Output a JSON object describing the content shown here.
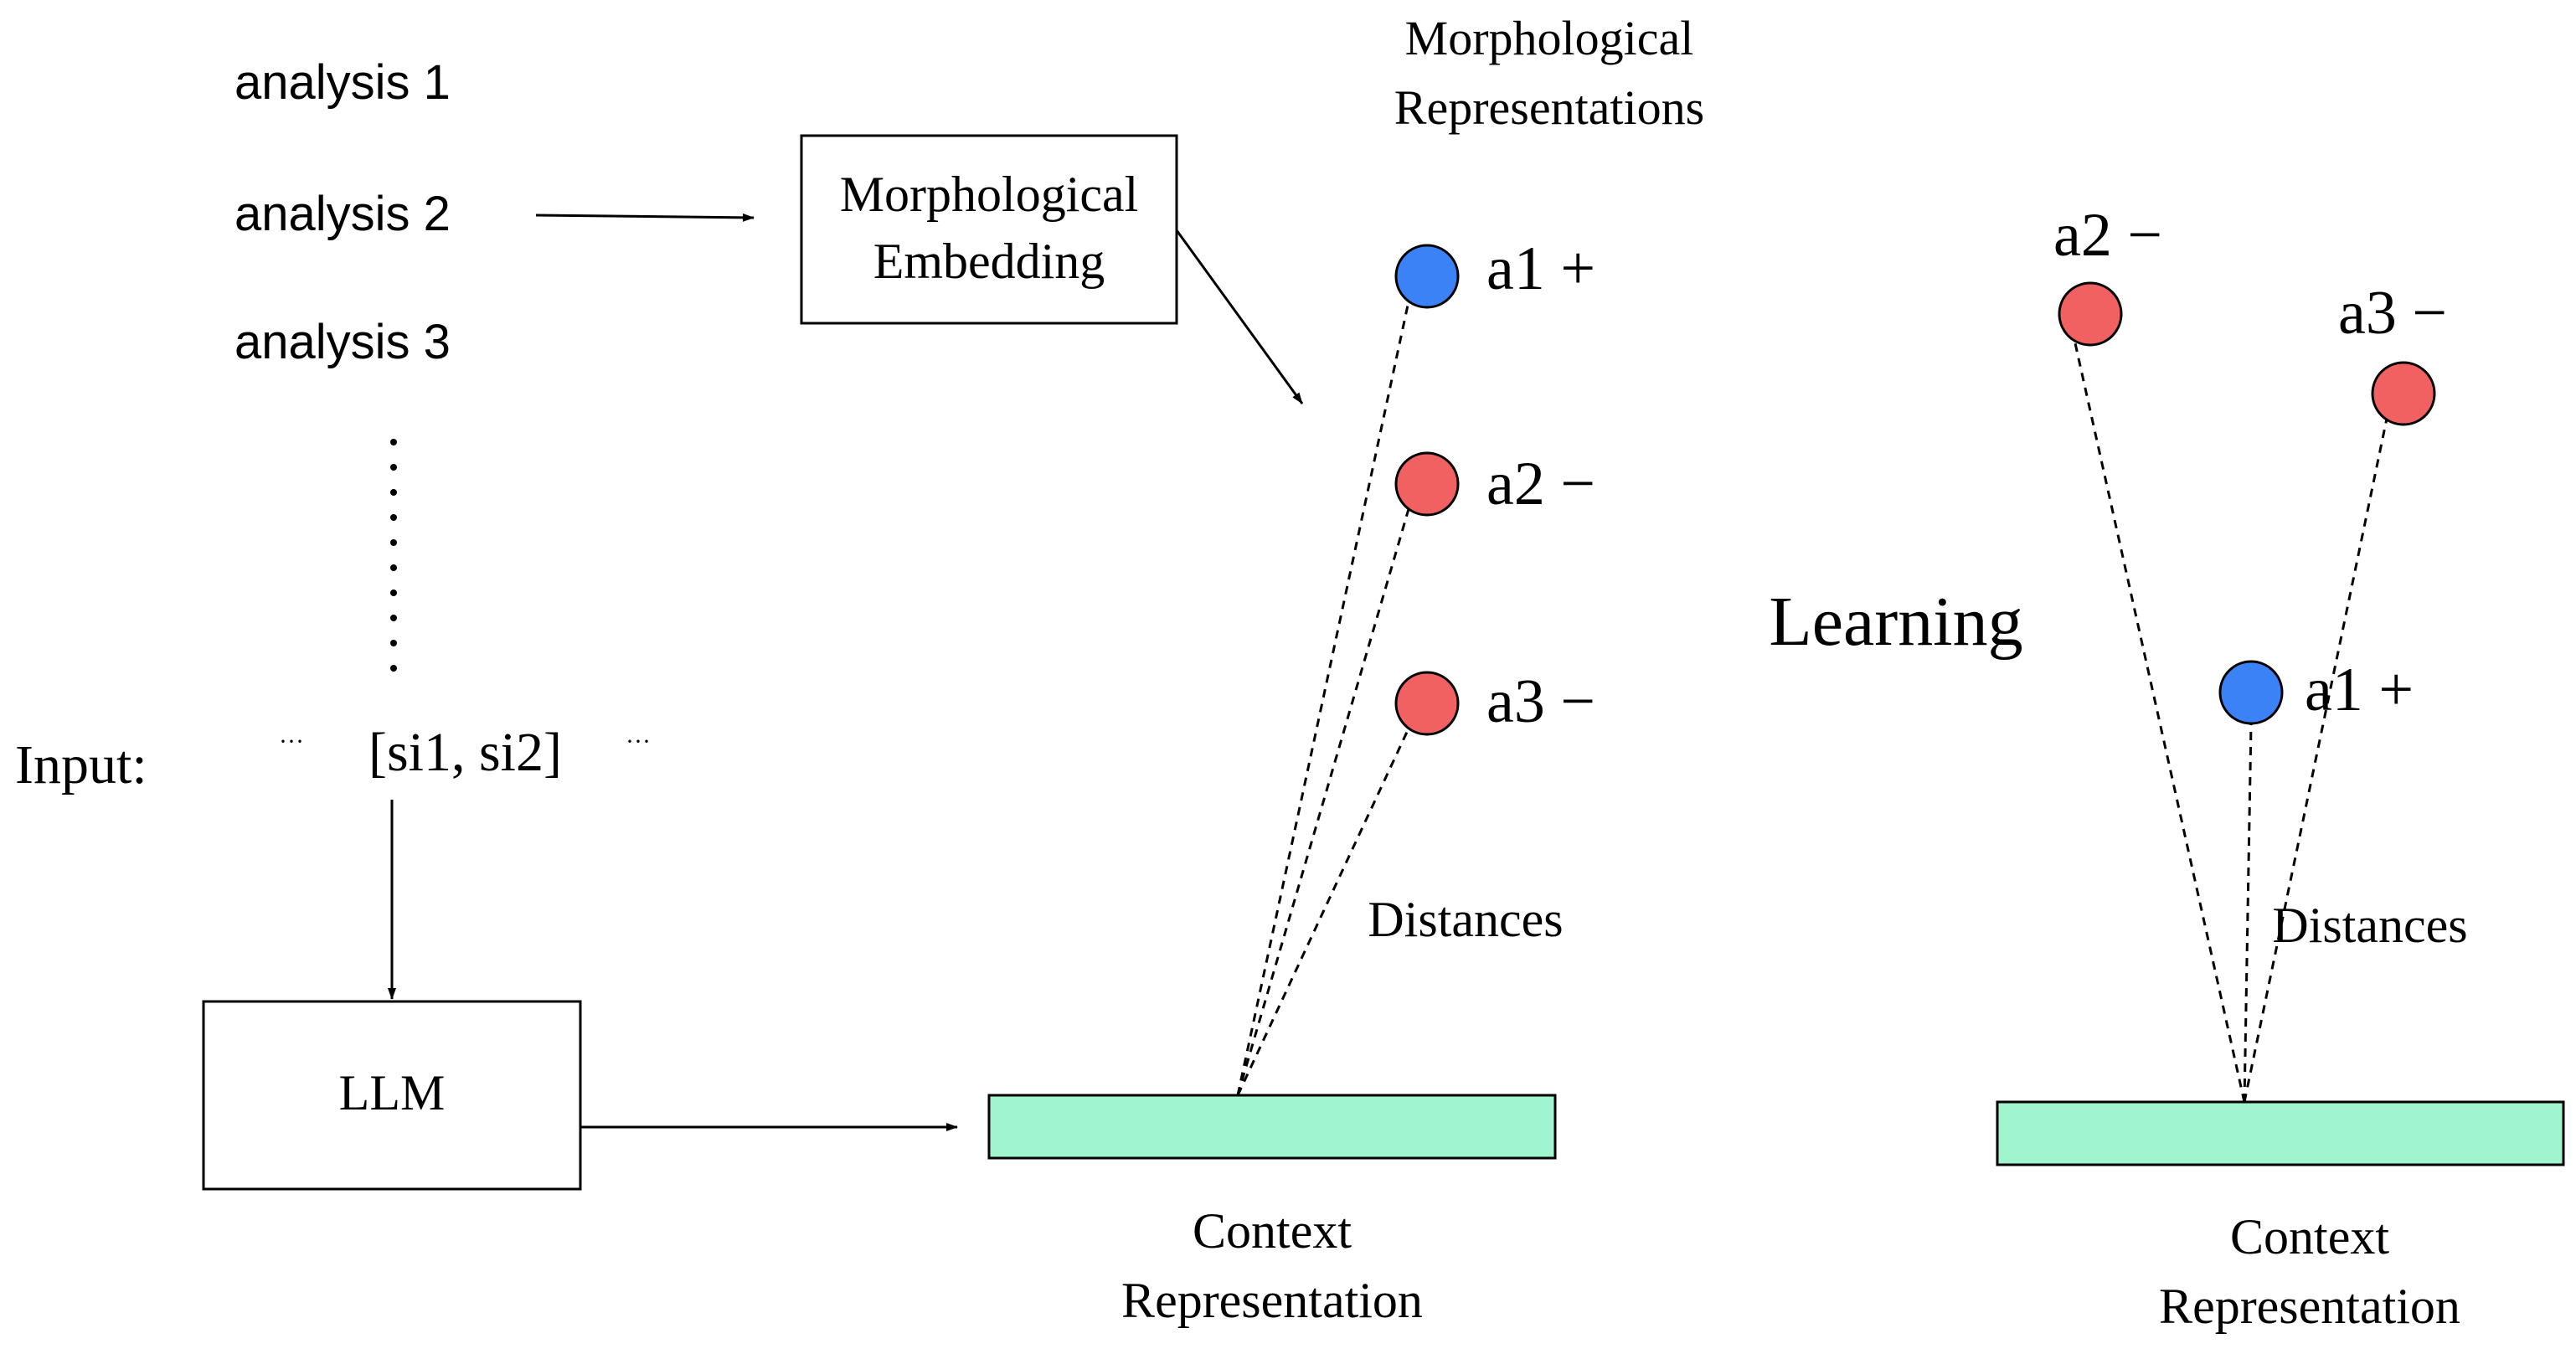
{
  "analyses": [
    "analysis 1",
    "analysis 2",
    "analysis 3"
  ],
  "input": {
    "label": "Input:",
    "ellipsis_left": "···",
    "tokens": "[si1, si2]",
    "ellipsis_right": "···"
  },
  "llm_label": "LLM",
  "embedding_box": {
    "line1": "Morphological",
    "line2": "Embedding"
  },
  "morph_reps_title": {
    "line1": "Morphological",
    "line2": "Representations"
  },
  "left_panel": {
    "points": [
      {
        "label": "a1 +",
        "color": "#3b82f6",
        "polarity": "positive"
      },
      {
        "label": "a2 −",
        "color": "#f26161",
        "polarity": "negative"
      },
      {
        "label": "a3 −",
        "color": "#f26161",
        "polarity": "negative"
      }
    ],
    "distances_label": "Distances",
    "context_label": {
      "line1": "Context",
      "line2": "Representation"
    }
  },
  "learning_label": "Learning",
  "right_panel": {
    "points": [
      {
        "label": "a2 −",
        "color": "#f26161",
        "polarity": "negative"
      },
      {
        "label": "a3 −",
        "color": "#f26161",
        "polarity": "negative"
      },
      {
        "label": "a1 +",
        "color": "#3b82f6",
        "polarity": "positive"
      }
    ],
    "distances_label": "Distances",
    "context_label": {
      "line1": "Context",
      "line2": "Representation"
    }
  },
  "colors": {
    "context_bar": "#a0f5cf",
    "positive": "#3b82f6",
    "negative": "#f26161"
  }
}
